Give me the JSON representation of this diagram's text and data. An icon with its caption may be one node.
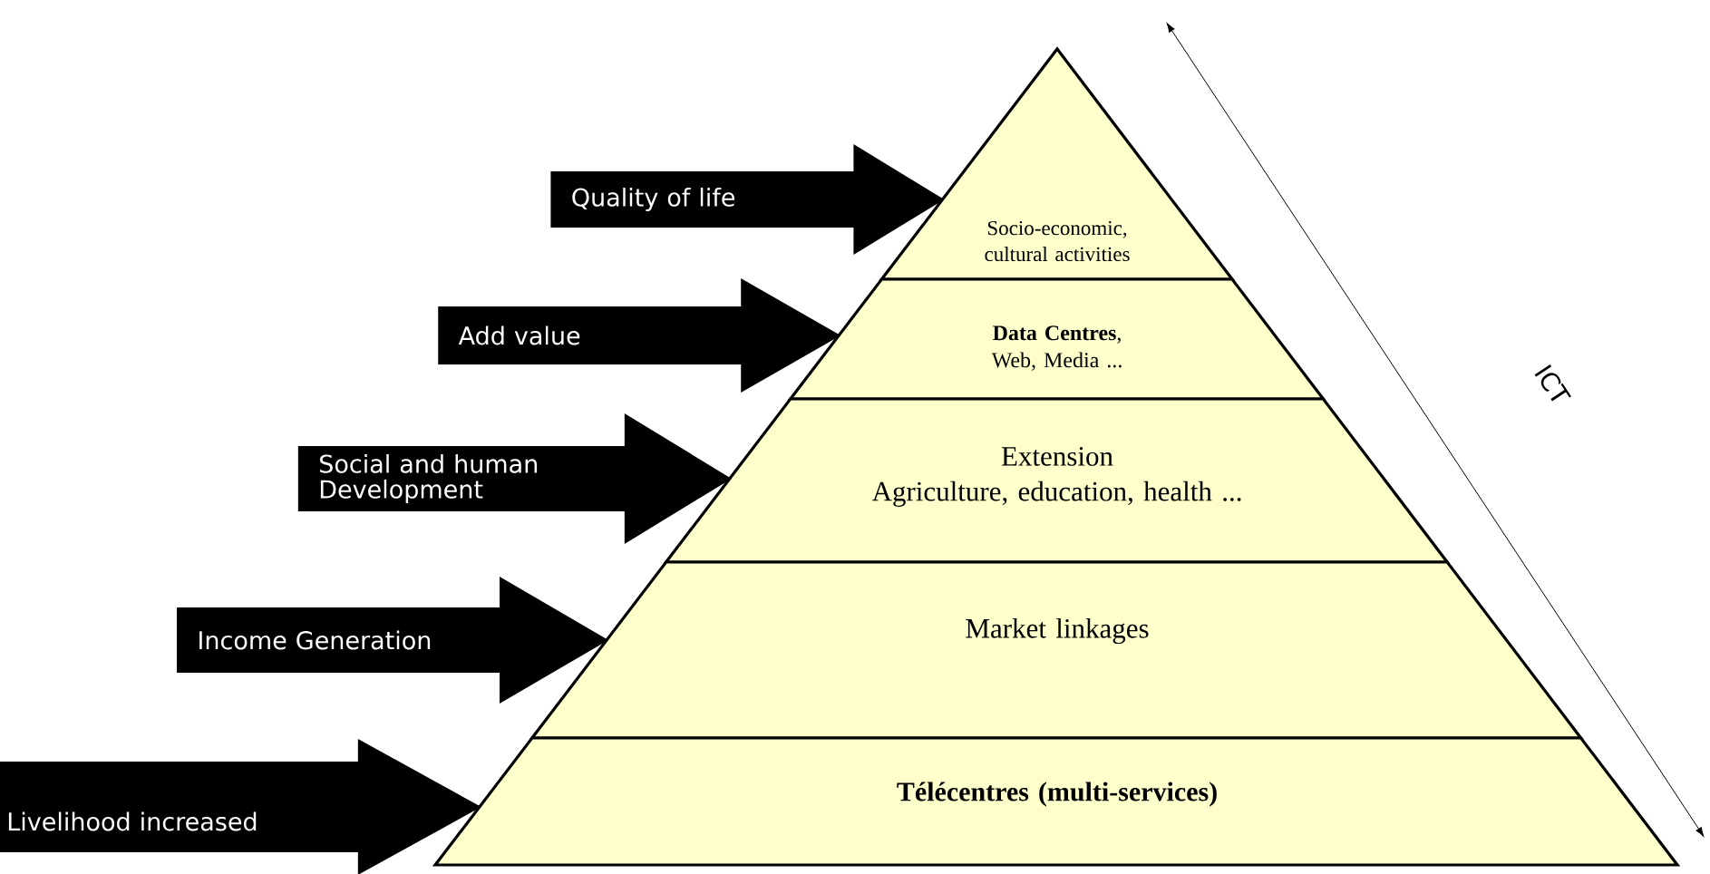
{
  "diagram": {
    "nodes": [
      {
        "text": [
          "Socio-economic, cultural activities"
        ]
      },
      {
        "text": [
          "**Data Centres**, Web, Media ..."
        ]
      },
      {
        "text": [
          "Extension",
          "Agriculture, education, health ..."
        ]
      },
      {
        "text": [
          "Market linkages"
        ]
      },
      {
        "text": [
          "Télécentres (multi-services)"
        ]
      }
    ],
    "edges": [
      {
        "from": null,
        "to": 0,
        "arrow": "to",
        "style": "thick",
        "label": "Quality of life"
      },
      {
        "from": null,
        "to": 1,
        "arrow": "to",
        "style": "thick",
        "label": "Add value"
      },
      {
        "from": null,
        "to": 2,
        "arrow": "to",
        "style": "thick",
        "label": "Social and human Development"
      },
      {
        "from": null,
        "to": 3,
        "arrow": "to",
        "style": "thick",
        "label": "Income Generation"
      },
      {
        "from": null,
        "to": 4,
        "arrow": "to",
        "style": "thick",
        "label": "Livelihood increased"
      }
    ],
    "labels": [
      "ICT"
    ]
  }
}
